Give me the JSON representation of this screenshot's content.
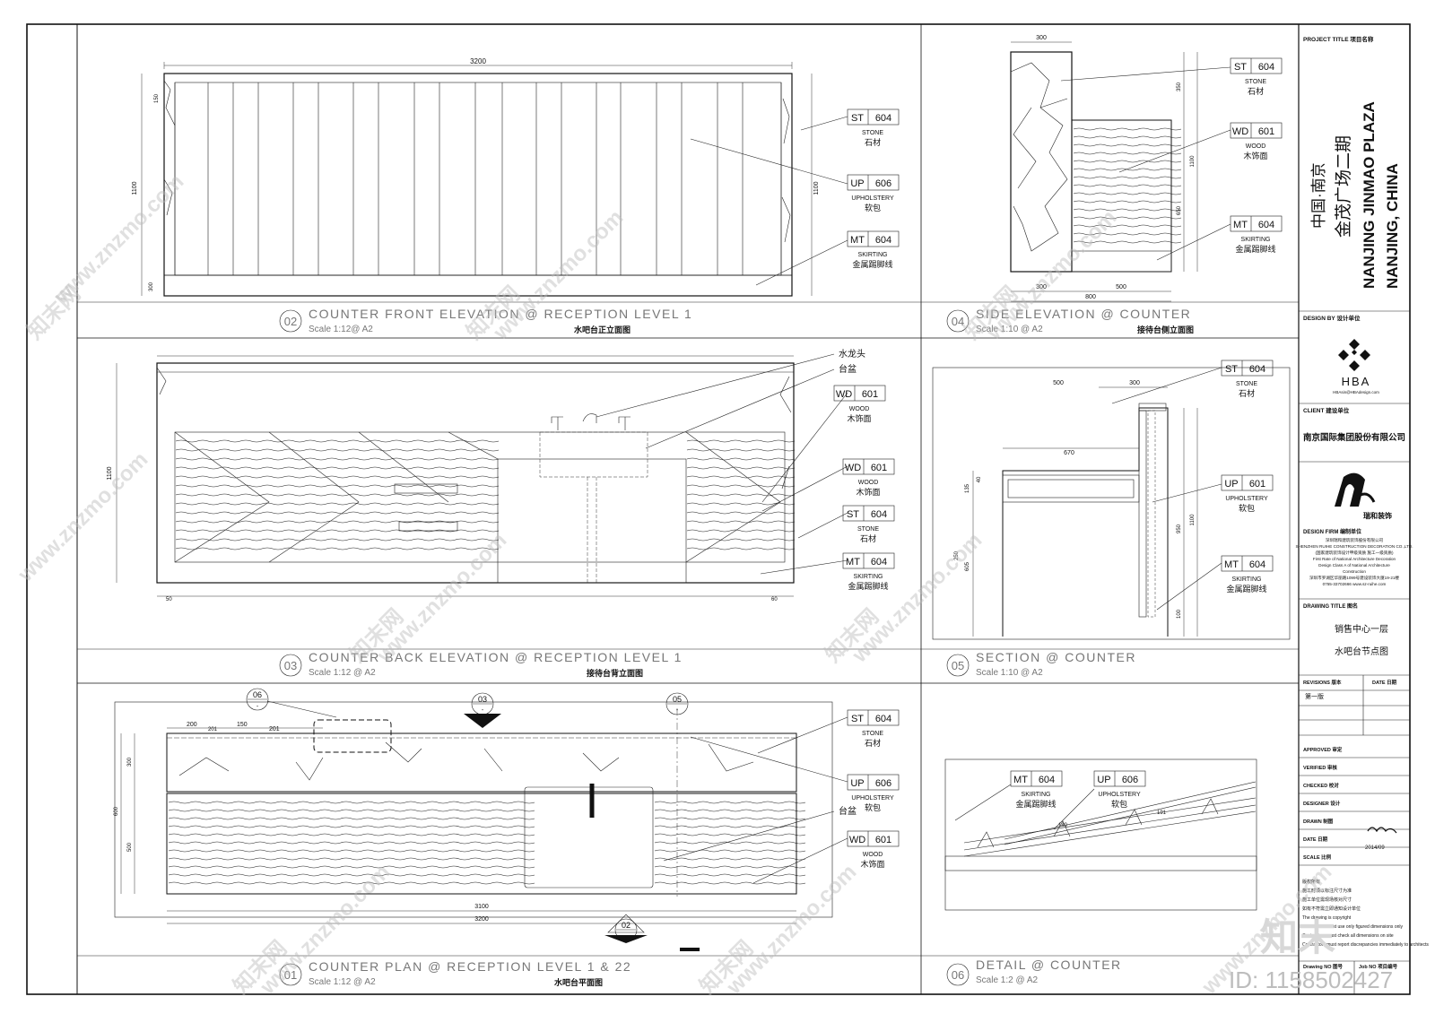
{
  "sheet": {
    "project_title_label": "PROJECT TITLE  项目名称",
    "project_cn_1": "中国·南京",
    "project_cn_2": "金茂广场二期",
    "project_en_1": "NANJING JINMAO PLAZA",
    "project_en_2": "NANJING, CHINA",
    "design_by_label": "DESIGN BY  设计单位",
    "design_logo_text": "HBA",
    "design_logo_sub": "HBAsin@HBAdesign.com",
    "client_label": "CLIENT  建设单位",
    "client_name": "南京国际集团股份有限公司",
    "firm_logo_text": "瑞和装饰",
    "design_firm_label": "DESIGN FIRM  编制单位",
    "firm_lines": [
      "深圳瑞和建筑装饰股份有限公司",
      "SHENZHEN RUIHE CONSTRUCTION DECORATION CO.,LTD.",
      "(国家建筑装饰设计甲级资质 施工一级资质)",
      "First Rate of National Architecture Decoration",
      "Design Class A of National Architecture",
      "Construction",
      "深圳市罗湖区华丽路1099号建设装饰大厦19-21楼",
      "0755-33702666  www.sz-ruihe.com"
    ],
    "drawing_title_label": "DRAWING TITLE  图名",
    "drawing_title_1": "销售中心一层",
    "drawing_title_2": "水吧台节点图",
    "revisions_label": "REVISIONS  版本",
    "date_label": "DATE  日期",
    "rev_1": "第一版",
    "approved": "APPROVED  审定",
    "verified": "VERIFIED  审核",
    "checked": "CHECKED  校对",
    "designer": "DESIGNER  设计",
    "drawn": "DRAWN  制图",
    "date_row": "DATE  日期",
    "date_val": "2014/09",
    "scale_row": "SCALE  比例",
    "notes": [
      "版权所有",
      "施工时须以标注尺寸为准",
      "施工单位需现场核对尺寸",
      "如有不符需立即通知设计单位",
      "The drawing is copyright",
      "Contractors must use only figured dimensions only",
      "Contractors must check all dimensions on site",
      "Contractors must report discrepancies immediately to architects"
    ],
    "drawing_no_label": "Drawing NO  图号",
    "job_no_label": "Job NO  项目编号"
  },
  "views": {
    "v02": {
      "num": "02",
      "title": "COUNTER FRONT ELEVATION @ RECEPTION LEVEL 1",
      "scale": "Scale 1:12@ A2",
      "cn": "水吧台正立面图"
    },
    "v04": {
      "num": "04",
      "title": "SIDE ELEVATION @ COUNTER",
      "scale": "Scale 1:10 @ A2",
      "cn": "接待台侧立面图"
    },
    "v03": {
      "num": "03",
      "title": "COUNTER BACK ELEVATION @ RECEPTION LEVEL 1",
      "scale": "Scale 1:12 @ A2",
      "cn": "接待台背立面图"
    },
    "v05": {
      "num": "05",
      "title": "SECTION @ COUNTER",
      "scale": "Scale 1:10 @ A2"
    },
    "v01": {
      "num": "01",
      "title": "COUNTER PLAN @ RECEPTION LEVEL 1 & 22",
      "scale": "Scale 1:12 @ A2",
      "cn": "水吧台平面图"
    },
    "v06": {
      "num": "06",
      "title": "DETAIL @ COUNTER",
      "scale": "Scale 1:2 @ A2"
    }
  },
  "tags": {
    "st": {
      "code": "ST",
      "num": "604",
      "en": "STONE",
      "cn": "石材"
    },
    "up": {
      "code": "UP",
      "num": "606",
      "en": "UPHOLSTERY",
      "cn": "软包"
    },
    "up601": {
      "code": "UP",
      "num": "601",
      "en": "UPHOLSTERY",
      "cn": "软包"
    },
    "mt": {
      "code": "MT",
      "num": "604",
      "en": "SKIRTING",
      "cn": "金属踢脚线"
    },
    "wd": {
      "code": "WD",
      "num": "601",
      "en": "WOOD",
      "cn": "木饰面"
    }
  },
  "labels": {
    "faucet": "水龙头",
    "basin": "台盆"
  },
  "dims": {
    "d3200": "3200",
    "d3100": "3100",
    "d1100": "1100",
    "d300": "300",
    "d150": "150",
    "d350": "350",
    "d650": "650",
    "d500": "500",
    "d800": "800",
    "d670": "670",
    "d950": "950",
    "d100": "100",
    "d605": "605",
    "d250": "250",
    "d135": "135",
    "d40": "40",
    "d600": "600",
    "d200": "200",
    "d201": "201",
    "d50": "50",
    "d60": "60",
    "d140": "140",
    "d191": "191"
  },
  "markers": {
    "m06": "06",
    "m03": "03",
    "m05": "05",
    "m02": "02",
    "dash": "-"
  },
  "watermark": {
    "site": "www.znzmo.com",
    "brand": "知末网",
    "id": "ID: 1158502427",
    "logo": "知末"
  }
}
